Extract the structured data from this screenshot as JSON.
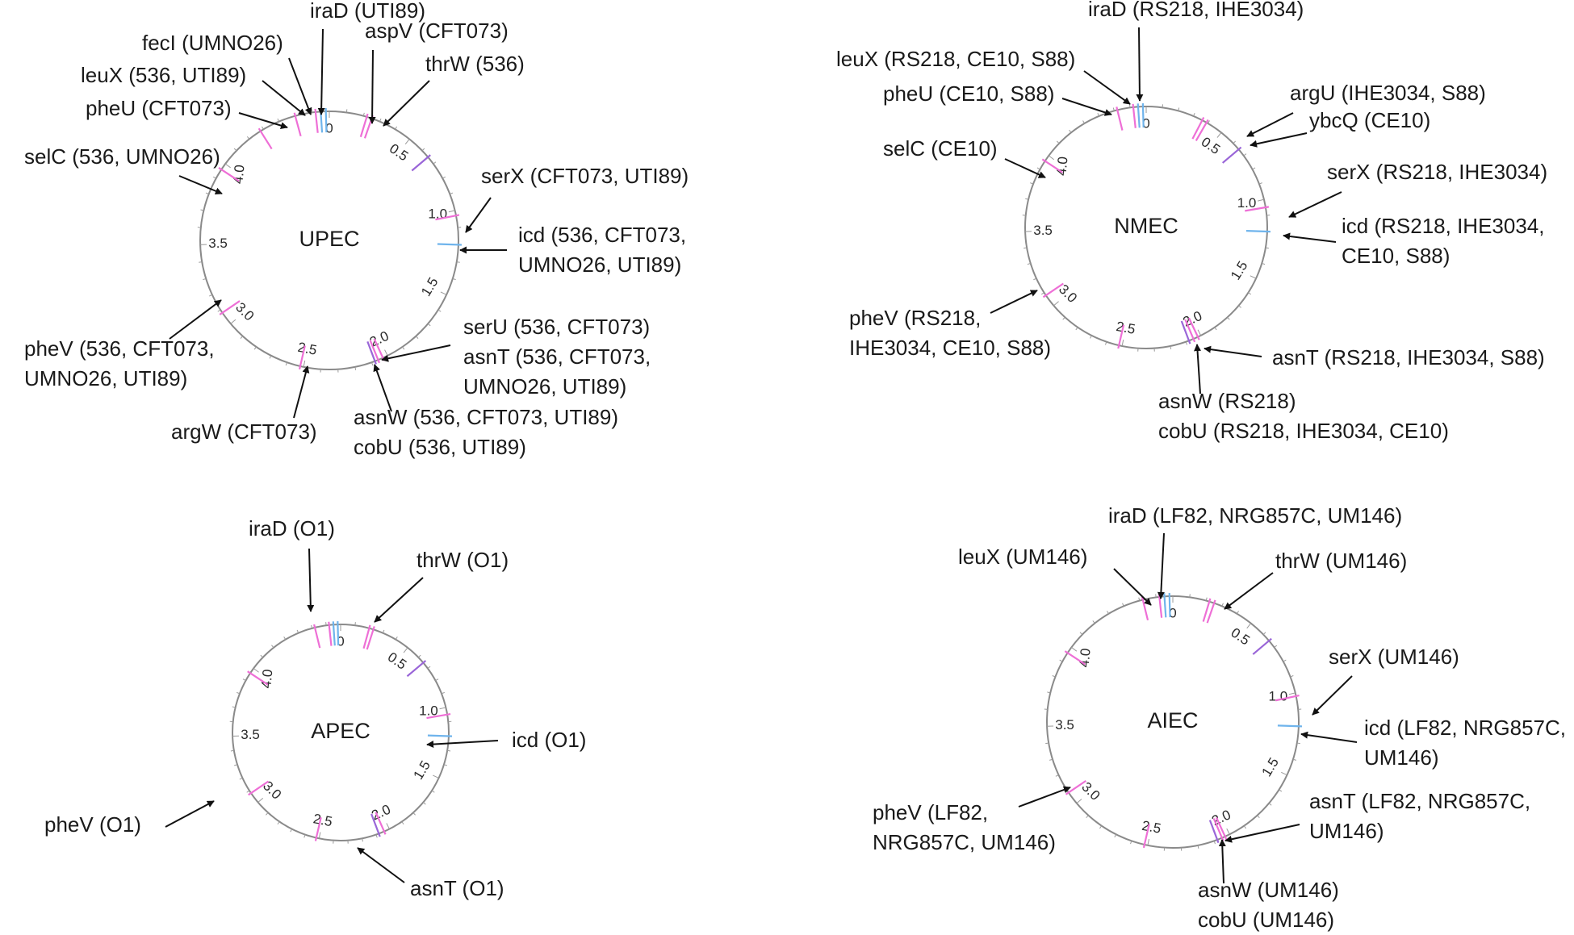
{
  "colors": {
    "pink": "#ee6fd6",
    "blue": "#6fb4ec",
    "purple": "#9a66d8",
    "ring": "#8a8a8a"
  },
  "tick_labels": [
    "0",
    "0.5",
    "1.0",
    "1.5",
    "2.0",
    "2.5",
    "3.0",
    "3.5",
    "4.0"
  ],
  "maps": [
    {
      "name": "UPEC",
      "labels": [
        {
          "lines": [
            "iraD (UTI89)"
          ]
        },
        {
          "lines": [
            "fecI (UMNO26)"
          ]
        },
        {
          "lines": [
            "leuX (536, UTI89)"
          ]
        },
        {
          "lines": [
            "pheU (CFT073)"
          ]
        },
        {
          "lines": [
            "aspV (CFT073)"
          ]
        },
        {
          "lines": [
            "thrW (536)"
          ]
        },
        {
          "lines": [
            "selC (536, UMNO26)"
          ]
        },
        {
          "lines": [
            "serX (CFT073, UTI89)"
          ]
        },
        {
          "lines": [
            "icd (536, CFT073,",
            "UMNO26, UTI89)"
          ]
        },
        {
          "lines": [
            "pheV (536, CFT073,",
            "UMNO26, UTI89)"
          ]
        },
        {
          "lines": [
            "serU (536, CFT073)",
            "asnT (536, CFT073,",
            "UMNO26, UTI89)"
          ]
        },
        {
          "lines": [
            "argW (CFT073)"
          ]
        },
        {
          "lines": [
            "asnW (536, CFT073, UTI89)",
            "cobU (536, UTI89)"
          ]
        }
      ]
    },
    {
      "name": "NMEC",
      "labels": [
        {
          "lines": [
            "iraD (RS218, IHE3034)"
          ]
        },
        {
          "lines": [
            "leuX (RS218, CE10, S88)"
          ]
        },
        {
          "lines": [
            "pheU (CE10, S88)"
          ]
        },
        {
          "lines": [
            "argU (IHE3034, S88)"
          ]
        },
        {
          "lines": [
            "ybcQ (CE10)"
          ]
        },
        {
          "lines": [
            "selC (CE10)"
          ]
        },
        {
          "lines": [
            "serX (RS218, IHE3034)"
          ]
        },
        {
          "lines": [
            "icd (RS218, IHE3034,",
            "CE10, S88)"
          ]
        },
        {
          "lines": [
            "pheV (RS218,",
            "IHE3034, CE10, S88)"
          ]
        },
        {
          "lines": [
            "asnT (RS218, IHE3034, S88)"
          ]
        },
        {
          "lines": [
            "asnW (RS218)",
            "cobU (RS218, IHE3034, CE10)"
          ]
        }
      ]
    },
    {
      "name": "APEC",
      "labels": [
        {
          "lines": [
            "iraD (O1)"
          ]
        },
        {
          "lines": [
            "thrW (O1)"
          ]
        },
        {
          "lines": [
            "icd (O1)"
          ]
        },
        {
          "lines": [
            "pheV (O1)"
          ]
        },
        {
          "lines": [
            "asnT (O1)"
          ]
        }
      ]
    },
    {
      "name": "AIEC",
      "labels": [
        {
          "lines": [
            "iraD (LF82, NRG857C, UM146)"
          ]
        },
        {
          "lines": [
            "leuX (UM146)"
          ]
        },
        {
          "lines": [
            "thrW (UM146)"
          ]
        },
        {
          "lines": [
            "serX (UM146)"
          ]
        },
        {
          "lines": [
            "icd (LF82, NRG857C,",
            "UM146)"
          ]
        },
        {
          "lines": [
            "pheV (LF82,",
            "NRG857C, UM146)"
          ]
        },
        {
          "lines": [
            "asnT (LF82, NRG857C,",
            "UM146)"
          ]
        },
        {
          "lines": [
            "asnW (UM146)",
            "cobU (UM146)"
          ]
        }
      ]
    }
  ]
}
